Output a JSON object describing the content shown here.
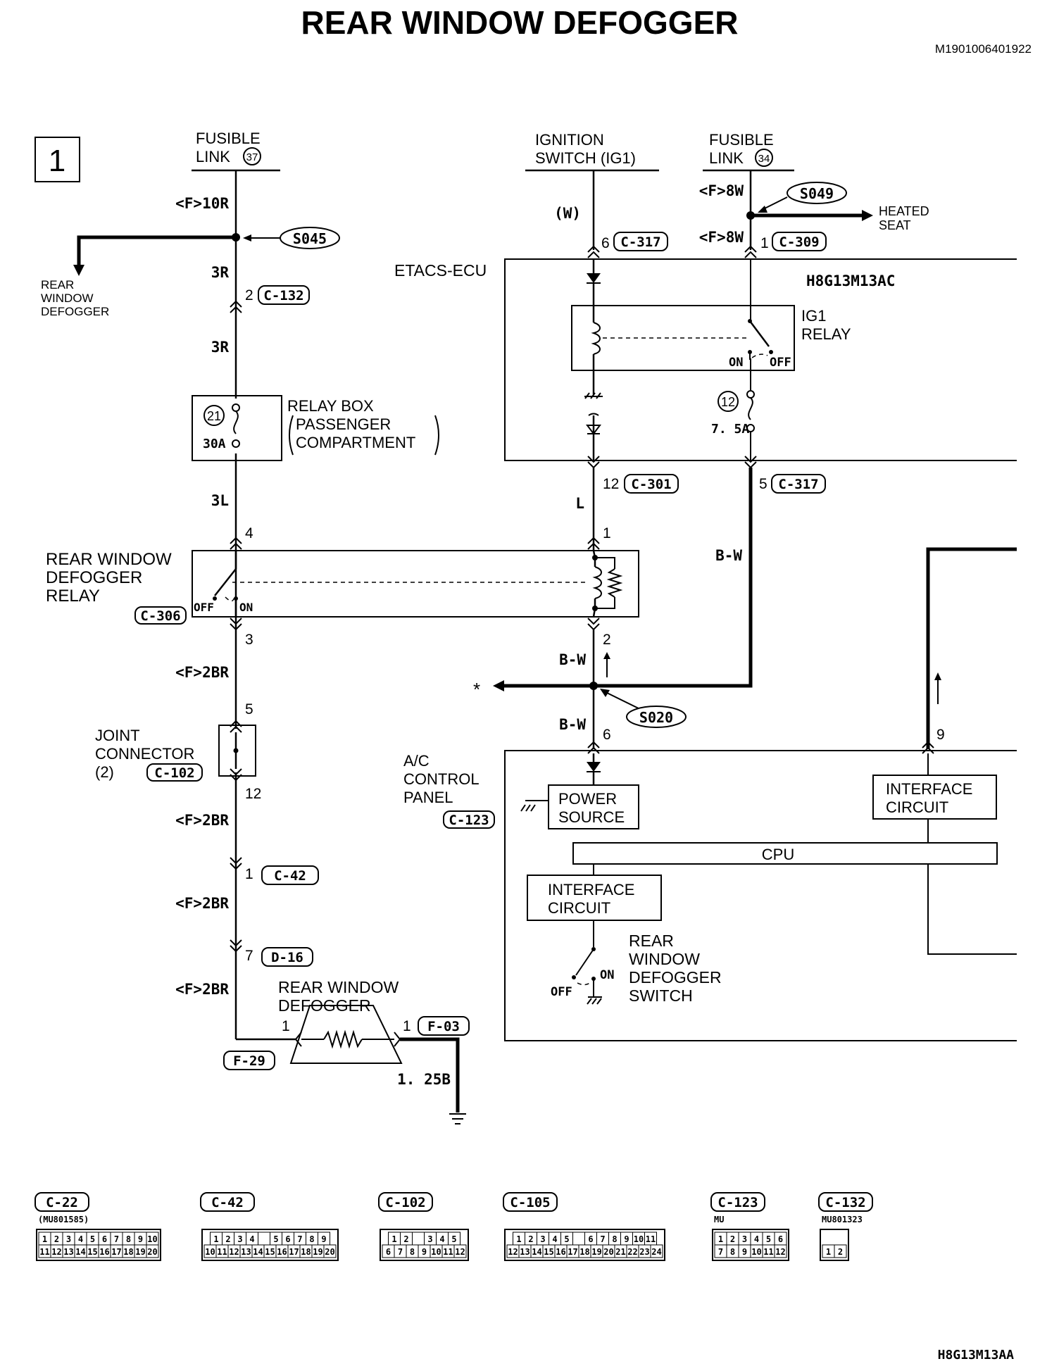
{
  "title": "REAR WINDOW DEFOGGER",
  "doc_code": "M1901006401922",
  "page_number": "1",
  "footer_code": "H8G13M13AA",
  "sources": {
    "fusible_link_37": {
      "line1": "FUSIBLE",
      "line2": "LINK",
      "num": "37"
    },
    "ignition_switch": {
      "line1": "IGNITION",
      "line2": "SWITCH (IG1)"
    },
    "fusible_link_34": {
      "line1": "FUSIBLE",
      "line2": "LINK",
      "num": "34"
    }
  },
  "splices": {
    "s045": "S045",
    "s049": "S049",
    "s020": "S020"
  },
  "branches": {
    "rear_defogger": {
      "line1": "REAR",
      "line2": "WINDOW",
      "line3": "DEFOGGER"
    },
    "heated_seat": {
      "line1": "HEATED",
      "line2": "SEAT"
    },
    "asterisk": "*"
  },
  "wire_colors": {
    "f10r": "<F>10R",
    "r3a": "3R",
    "r3b": "3R",
    "l3": "3L",
    "br1": "<F>2BR",
    "br2": "<F>2BR",
    "br3": "<F>2BR",
    "br4": "<F>2BR",
    "w": "(W)",
    "f8w_top": "<F>8W",
    "f8w_bot": "<F>8W",
    "l": "L",
    "bw_right": "B-W",
    "bw_mid": "B-W",
    "bw_low": "B-W",
    "b125": "1. 25B"
  },
  "connectors": {
    "c132": {
      "pin": "2",
      "id": "C-132"
    },
    "c317_top": {
      "pin": "6",
      "id": "C-317"
    },
    "c309": {
      "pin": "1",
      "id": "C-309"
    },
    "c301": {
      "pin": "12",
      "id": "C-301"
    },
    "c317_bot": {
      "pin": "5",
      "id": "C-317"
    },
    "c306": {
      "id": "C-306",
      "pin_top": "4",
      "pin_bot": "3",
      "pin_coil_top": "1",
      "pin_coil_bot": "2"
    },
    "c102": {
      "id": "C-102",
      "pin_top": "5",
      "pin_bot": "12"
    },
    "c123": {
      "id": "C-123",
      "pin_left": "6",
      "pin_right": "9"
    },
    "c42": {
      "pin": "1",
      "id": "C-42"
    },
    "d16": {
      "pin": "7",
      "id": "D-16"
    },
    "f03": {
      "pin": "1",
      "id": "F-03"
    },
    "f29": {
      "pin": "1",
      "id": "F-29"
    }
  },
  "components": {
    "etacs": {
      "label": "ETACS-ECU",
      "code": "H8G13M13AC"
    },
    "ig1_relay": {
      "line1": "IG1",
      "line2": "RELAY",
      "on": "ON",
      "off": "OFF"
    },
    "fuse12": {
      "num": "12",
      "rating": "7. 5A"
    },
    "relay_box": {
      "line1": "RELAY BOX",
      "line2": "PASSENGER",
      "line3": "COMPARTMENT",
      "fuse_num": "21",
      "rating": "30A"
    },
    "defogger_relay": {
      "line1": "REAR WINDOW",
      "line2": "DEFOGGER",
      "line3": "RELAY",
      "off": "OFF",
      "on": "ON"
    },
    "joint_connector": {
      "line1": "JOINT",
      "line2": "CONNECTOR",
      "line3": "(2)"
    },
    "ac_panel": {
      "line1": "A/C",
      "line2": "CONTROL",
      "line3": "PANEL"
    },
    "power_source": {
      "line1": "POWER",
      "line2": "SOURCE"
    },
    "interface_right": {
      "line1": "INTERFACE",
      "line2": "CIRCUIT"
    },
    "cpu": "CPU",
    "interface_left": {
      "line1": "INTERFACE",
      "line2": "CIRCUIT"
    },
    "defogger_switch": {
      "line1": "REAR",
      "line2": "WINDOW",
      "line3": "DEFOGGER",
      "line4": "SWITCH",
      "off": "OFF",
      "on": "ON"
    },
    "defogger": {
      "line1": "REAR WINDOW",
      "line2": "DEFOGGER"
    }
  },
  "connector_views": [
    {
      "id": "C-22",
      "part": "(MU801585)",
      "row1": [
        "1",
        "2",
        "3",
        "4",
        "5",
        "6",
        "7",
        "8",
        "9",
        "10"
      ],
      "row2": [
        "11",
        "12",
        "13",
        "14",
        "15",
        "16",
        "17",
        "18",
        "19",
        "20"
      ]
    },
    {
      "id": "C-42",
      "part": "",
      "row1": [
        "1",
        "2",
        "3",
        "4",
        "",
        "5",
        "6",
        "7",
        "8",
        "9"
      ],
      "row2": [
        "10",
        "11",
        "12",
        "13",
        "14",
        "15",
        "16",
        "17",
        "18",
        "19",
        "20"
      ]
    },
    {
      "id": "C-102",
      "part": "",
      "row1": [
        "1",
        "2",
        "",
        "3",
        "4",
        "5"
      ],
      "row2": [
        "6",
        "7",
        "8",
        "9",
        "10",
        "11",
        "12"
      ]
    },
    {
      "id": "C-105",
      "part": "",
      "row1": [
        "1",
        "2",
        "3",
        "4",
        "5",
        "",
        "6",
        "7",
        "8",
        "9",
        "10",
        "11"
      ],
      "row2": [
        "12",
        "13",
        "14",
        "15",
        "16",
        "17",
        "18",
        "19",
        "20",
        "21",
        "22",
        "23",
        "24"
      ]
    },
    {
      "id": "C-123",
      "part": "MU",
      "row1": [
        "1",
        "2",
        "3",
        "4",
        "5",
        "6"
      ],
      "row2": [
        "7",
        "8",
        "9",
        "10",
        "11",
        "12"
      ]
    },
    {
      "id": "C-132",
      "part": "MU801323",
      "row1": [],
      "row2": [
        "1",
        "2"
      ]
    }
  ]
}
